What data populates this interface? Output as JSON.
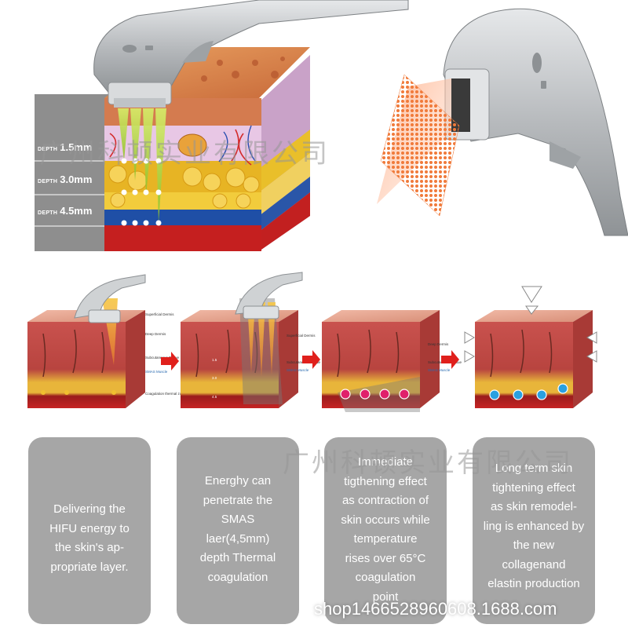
{
  "depth_labels": [
    {
      "prefix": "DEPTH",
      "value": "1.5mm"
    },
    {
      "prefix": "DEPTH",
      "value": "3.0mm"
    },
    {
      "prefix": "DEPTH",
      "value": "4.5mm"
    }
  ],
  "layer_labels": {
    "superficial_dermis": "Superficial Dermis",
    "deep_dermis": "Deep Dermis",
    "subcutaneous": "Subcutaneous Tissue",
    "smas": "SMAS Muscle",
    "coagulation": "Coagulation thermal zone"
  },
  "mini_depths": [
    "1.5",
    "3.0",
    "4.5"
  ],
  "cards": [
    {
      "text": "Delivering the\nHIFU energy to\nthe skin's ap-\npropriate layer."
    },
    {
      "text": "Energhy can\npenetrate the\nSMAS\nlaer(4,5mm)\ndepth Thermal\ncoagulation"
    },
    {
      "text": "Immediate\ntigthening effect\nas contraction of\nskin occurs while\ntemperature\nrises over 65°C\ncoagulation\npoint"
    },
    {
      "text": "Long term skin\ntightening effect\nas  skin remodel-\nling is enhanced by\nthe new\ncollagenand\nelastin production"
    }
  ],
  "watermark": "广州科顿实业有限公司",
  "footer_text": "shop1466528960608.1688.com",
  "colors": {
    "card_bg": "#a6a6a6",
    "arrow_red": "#e0201c",
    "beam_green": "#b7d93a",
    "dot_blue": "#2aa0e0",
    "dot_pink": "#e0206a"
  }
}
